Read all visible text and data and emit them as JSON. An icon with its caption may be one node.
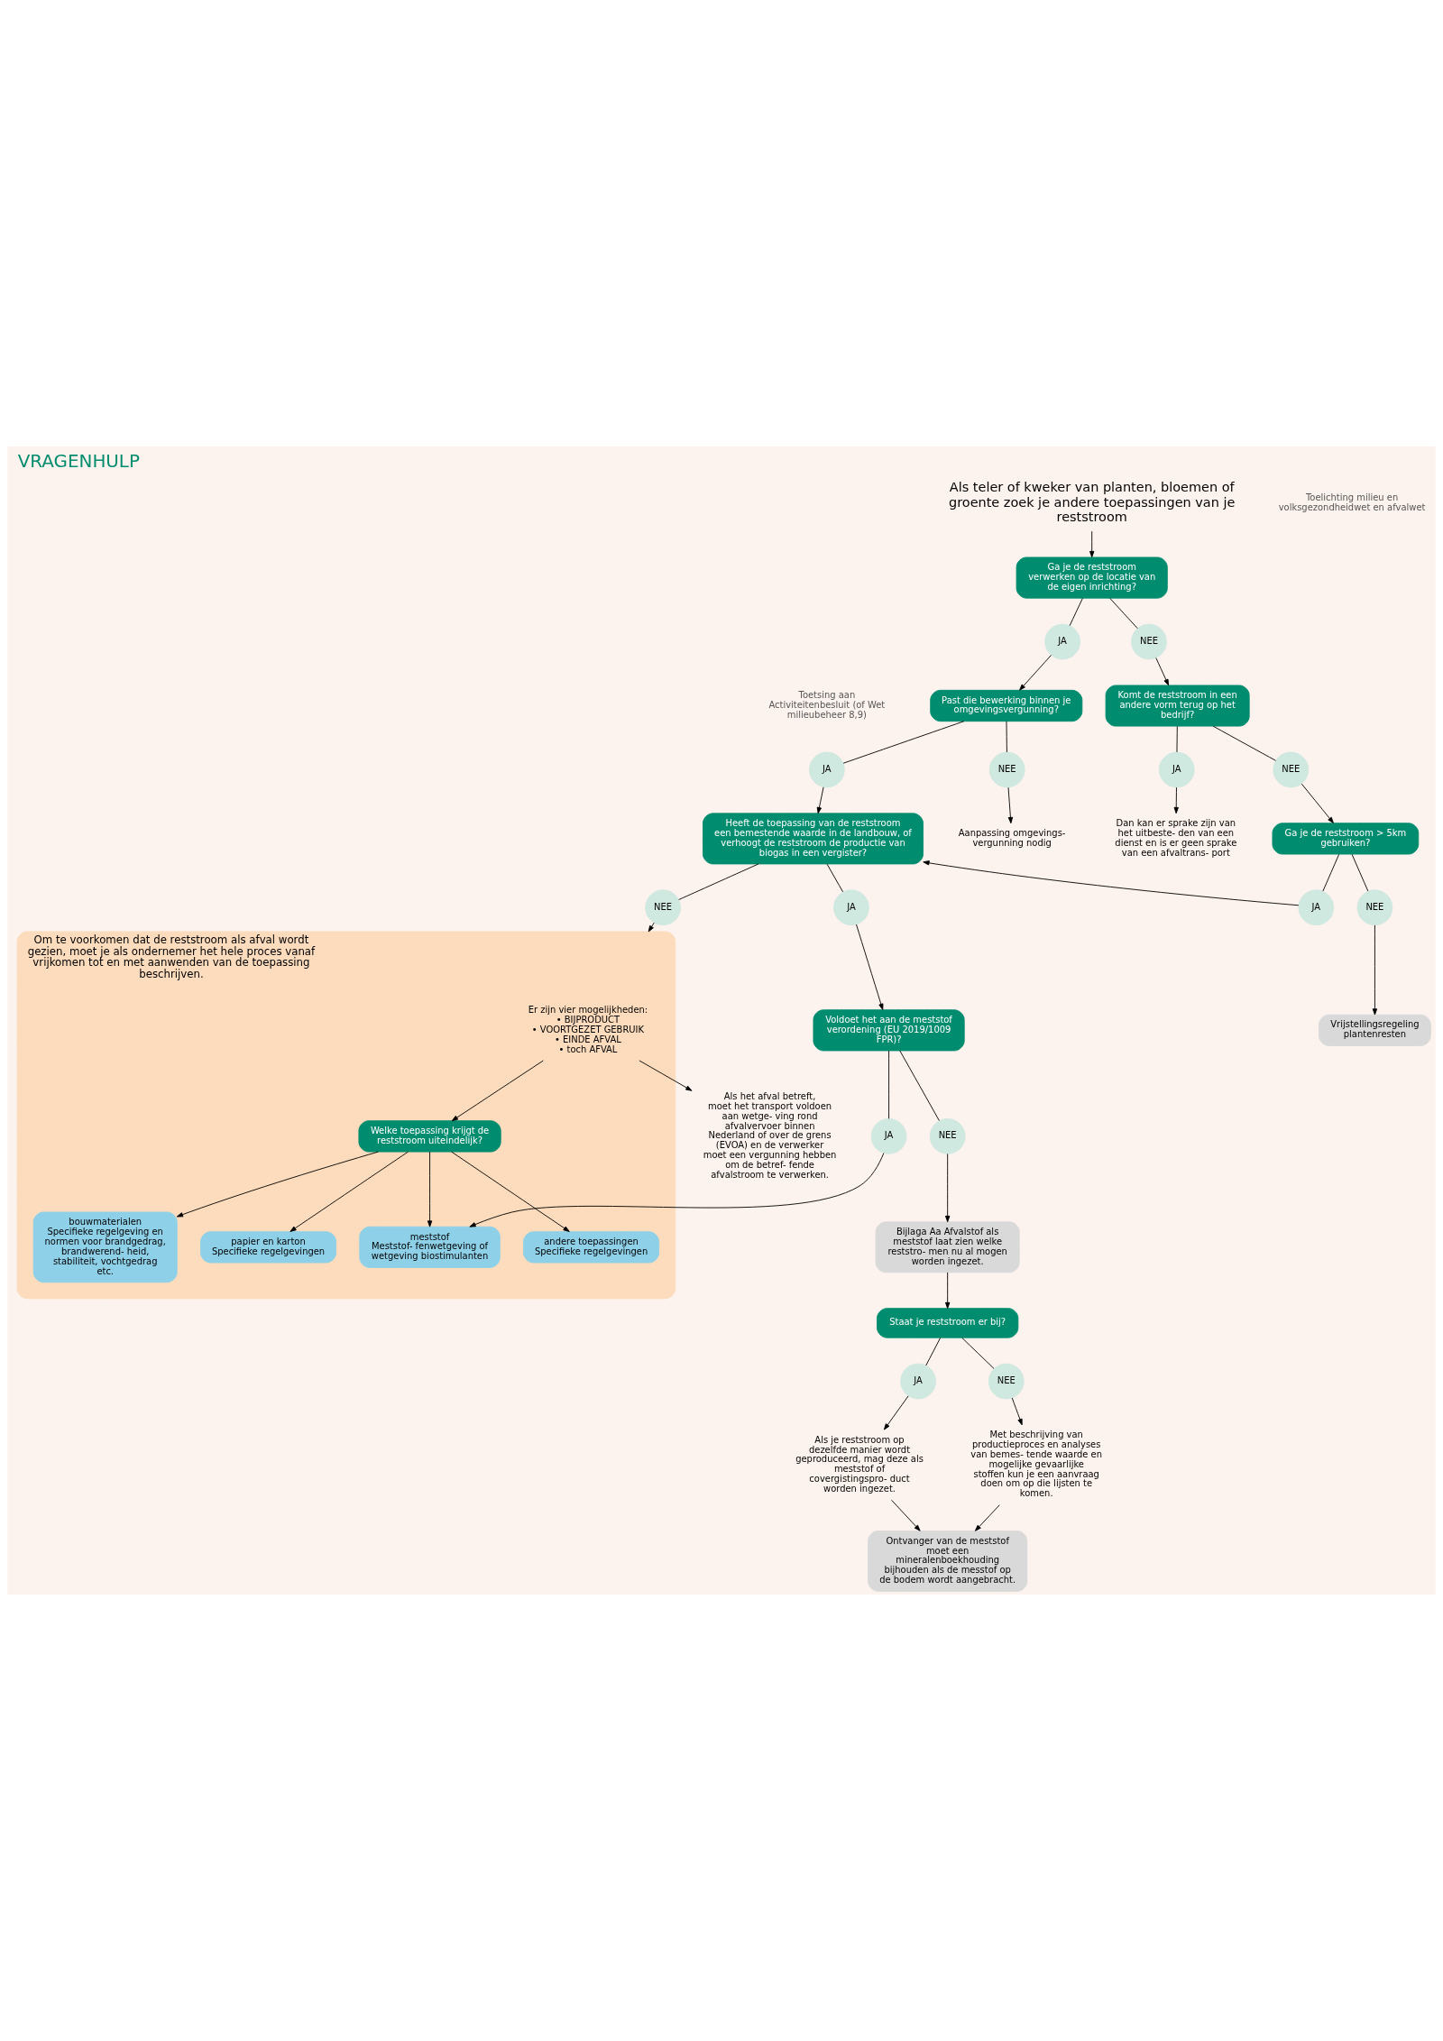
{
  "diagram": {
    "title": "VRAGENHULP",
    "nodes": [
      {
        "text": [
          "Als teler of kweker van planten, bloemen of groente zoek je andere toepassingen van je reststroom"
        ]
      },
      {
        "text": [
          "Ga je de reststroom verwerken op de locatie van de eigen inrichting?"
        ]
      },
      {
        "text": [
          "JA"
        ]
      },
      {
        "text": [
          "NEE"
        ]
      },
      {
        "text": [
          "Past die bewerking binnen je omgevingsvergunning?"
        ]
      },
      {
        "text": [
          "Komt de reststroom in een andere vorm terug op het bedrijf?"
        ]
      },
      {
        "text": [
          "JA"
        ]
      },
      {
        "text": [
          "NEE"
        ]
      },
      {
        "text": [
          "Dan kan er sprake zijn van het uitbeste- den van een dienst en is er geen sprake van een afvaltrans- port"
        ]
      },
      {
        "text": [
          "JA"
        ]
      },
      {
        "text": [
          "NEE"
        ]
      },
      {
        "text": [
          "Aanpassing omgevings- vergunning nodig"
        ]
      },
      {
        "text": [
          "Heeft de toepassing van de reststroom een bemestende waarde in de landbouw, of verhoogt de reststroom de productie van biogas in een vergister?"
        ]
      },
      {
        "text": [
          "Ga je de reststroom > 5km gebruiken?"
        ]
      },
      {
        "text": [
          "JA"
        ]
      },
      {
        "text": [
          "NEE"
        ]
      },
      {
        "text": [
          "JA"
        ]
      },
      {
        "text": [
          "NEE"
        ]
      },
      {
        "text": [
          "Voldoet het aan de meststof verordening (EU 2019/1009 FPR)?"
        ]
      },
      {
        "text": [
          "Om te voorkomen dat de reststroom als afval wordt gezien, moet je als ondernemer het hele proces vanaf vrijkomen tot en met aanwenden van de toepassing beschrijven."
        ]
      },
      {
        "text": [
          "Vrijstellingsregeling plantenresten"
        ]
      },
      {
        "text": [
          "JA"
        ]
      },
      {
        "text": [
          "NEE"
        ]
      },
      {
        "text": [
          "Bijlaga Aa Afvalstof als meststof laat zien welke reststro- men nu al mogen worden ingezet."
        ]
      },
      {
        "text": [
          "Staat je reststroom er bij?"
        ]
      },
      {
        "text": [
          "JA"
        ]
      },
      {
        "text": [
          "NEE"
        ]
      },
      {
        "text": [
          "Als je reststroom op dezelfde manier wordt geproduceerd, mag deze als meststof of covergistingspro- duct worden ingezet."
        ]
      },
      {
        "text": [
          "Met beschrijving van productieproces en analyses van bemes- tende waarde en mogelijke gevaarlijke stoffen kun je een aanvraag doen om op die lijsten te komen."
        ]
      },
      {
        "text": [
          "Ontvanger van de meststof moet een mineralenboekhouding bijhouden als de messtof op de bodem wordt aangebracht."
        ]
      },
      {
        "text": [
          "Er zijn vier mogelijkheden:",
          "• BIJPRODUCT",
          "• VOORTGEZET GEBRUIK",
          "• EINDE AFVAL",
          "• toch AFVAL"
        ],
        "in": 19
      },
      {
        "text": [
          "Welke toepassing krijgt de reststroom uiteindelijk?"
        ],
        "in": 19
      },
      {
        "text": [
          "bouwmaterialen",
          "Specifieke regelgeving en normen voor brandgedrag, brandwerend- heid, stabiliteit, vochtgedrag etc."
        ],
        "in": 19
      },
      {
        "text": [
          "papier en karton",
          "Specifieke regelgevingen"
        ],
        "in": 19
      },
      {
        "text": [
          "meststof",
          "Meststof- fenwetgeving of wetgeving biostimulanten"
        ],
        "in": 19
      },
      {
        "text": [
          "andere toepassingen",
          "Specifieke regelgevingen"
        ],
        "in": 19
      },
      {
        "text": [
          "Als het afval betreft, moet het transport voldoen aan wetge- ving rond afvalvervoer binnen Nederland of over de grens (EVOA) en de verwerker moet een vergunning hebben om de betref- fende afvalstroom te verwerken."
        ]
      }
    ],
    "edges": [
      {
        "from": 0,
        "to": 1,
        "arrow": "to"
      },
      {
        "from": 1,
        "to": 2,
        "arrow": "none"
      },
      {
        "from": 1,
        "to": 3,
        "arrow": "none"
      },
      {
        "from": 2,
        "to": 4,
        "arrow": "to"
      },
      {
        "from": 3,
        "to": 5,
        "arrow": "to"
      },
      {
        "from": 5,
        "to": 6,
        "arrow": "none"
      },
      {
        "from": 5,
        "to": 7,
        "arrow": "none"
      },
      {
        "from": 6,
        "to": 8,
        "arrow": "to"
      },
      {
        "from": 7,
        "to": 13,
        "arrow": "to"
      },
      {
        "from": 4,
        "to": 9,
        "arrow": "none"
      },
      {
        "from": 4,
        "to": 10,
        "arrow": "none"
      },
      {
        "from": 9,
        "to": 12,
        "arrow": "to"
      },
      {
        "from": 10,
        "to": 11,
        "arrow": "to"
      },
      {
        "from": 13,
        "to": 14,
        "arrow": "none"
      },
      {
        "from": 13,
        "to": 15,
        "arrow": "none"
      },
      {
        "from": 14,
        "to": 12,
        "arrow": "to"
      },
      {
        "from": 15,
        "to": 20,
        "arrow": "to"
      },
      {
        "from": 12,
        "to": 16,
        "arrow": "none"
      },
      {
        "from": 12,
        "to": 17,
        "arrow": "none"
      },
      {
        "from": 16,
        "to": 18,
        "arrow": "to"
      },
      {
        "from": 17,
        "to": 19,
        "arrow": "to"
      },
      {
        "from": 18,
        "to": 21,
        "arrow": "none"
      },
      {
        "from": 18,
        "to": 22,
        "arrow": "none"
      },
      {
        "from": 22,
        "to": 23,
        "arrow": "to"
      },
      {
        "from": 21,
        "to": 34,
        "arrow": "to"
      },
      {
        "from": 23,
        "to": 24,
        "arrow": "to"
      },
      {
        "from": 24,
        "to": 25,
        "arrow": "none"
      },
      {
        "from": 24,
        "to": 26,
        "arrow": "none"
      },
      {
        "from": 25,
        "to": 27,
        "arrow": "to"
      },
      {
        "from": 26,
        "to": 28,
        "arrow": "to"
      },
      {
        "from": 27,
        "to": 29,
        "arrow": "to"
      },
      {
        "from": 28,
        "to": 29,
        "arrow": "to"
      },
      {
        "from": 30,
        "to": 36,
        "arrow": "to"
      },
      {
        "from": 30,
        "to": 31,
        "arrow": "to"
      },
      {
        "from": 31,
        "to": 32,
        "arrow": "to"
      },
      {
        "from": 31,
        "to": 33,
        "arrow": "to"
      },
      {
        "from": 31,
        "to": 34,
        "arrow": "to"
      },
      {
        "from": 31,
        "to": 35,
        "arrow": "to"
      }
    ],
    "labels": [
      "Toetsing aan Activiteitenbesluit (of Wet milieubeheer 8,9)",
      "Toelichting milieu en volksgezondheidwet en afvalwet"
    ]
  }
}
